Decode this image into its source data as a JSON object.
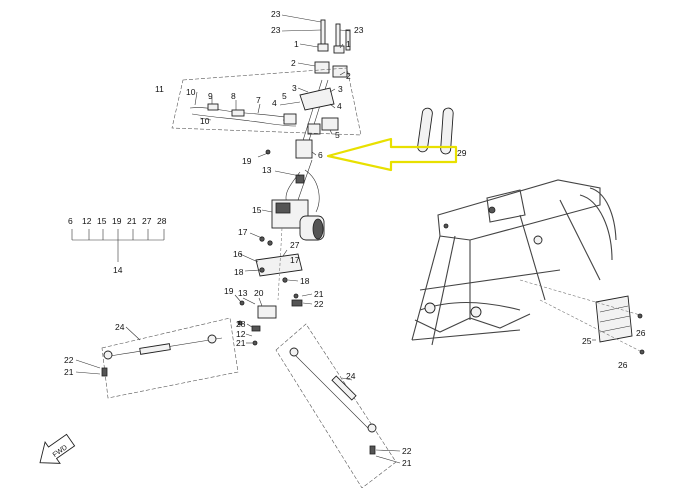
{
  "callouts": {
    "c23a": "23",
    "c23b": "23",
    "c23c": "23",
    "c1a": "1",
    "c1b": "1",
    "c2a": "2",
    "c2b": "2",
    "c3a": "3",
    "c3b": "3",
    "c4a": "4",
    "c4b": "4",
    "c5a": "5",
    "c5b": "5",
    "c6": "6",
    "c7": "7",
    "c8": "8",
    "c9": "9",
    "c10a": "10",
    "c10b": "10",
    "c11": "11",
    "c19a": "19",
    "c19b": "19",
    "c13a": "13",
    "c13b": "13",
    "c15": "15",
    "c17a": "17",
    "c17b": "17",
    "c27": "27",
    "c16": "16",
    "c18a": "18",
    "c18b": "18",
    "c20": "20",
    "c21a": "21",
    "c21b": "21",
    "c21c": "21",
    "c21d": "21",
    "c22a": "22",
    "c22b": "22",
    "c22c": "22",
    "c28": "28",
    "c12": "12",
    "c24a": "24",
    "c24b": "24",
    "c25": "25",
    "c26a": "26",
    "c26b": "26",
    "c29": "29"
  },
  "legend": {
    "items": [
      "6",
      "12",
      "15",
      "19",
      "21",
      "27",
      "28"
    ],
    "total": "14"
  },
  "fwd_label": "FWD",
  "colors": {
    "highlight_arrow": "#e8e000",
    "line": "#333333"
  }
}
